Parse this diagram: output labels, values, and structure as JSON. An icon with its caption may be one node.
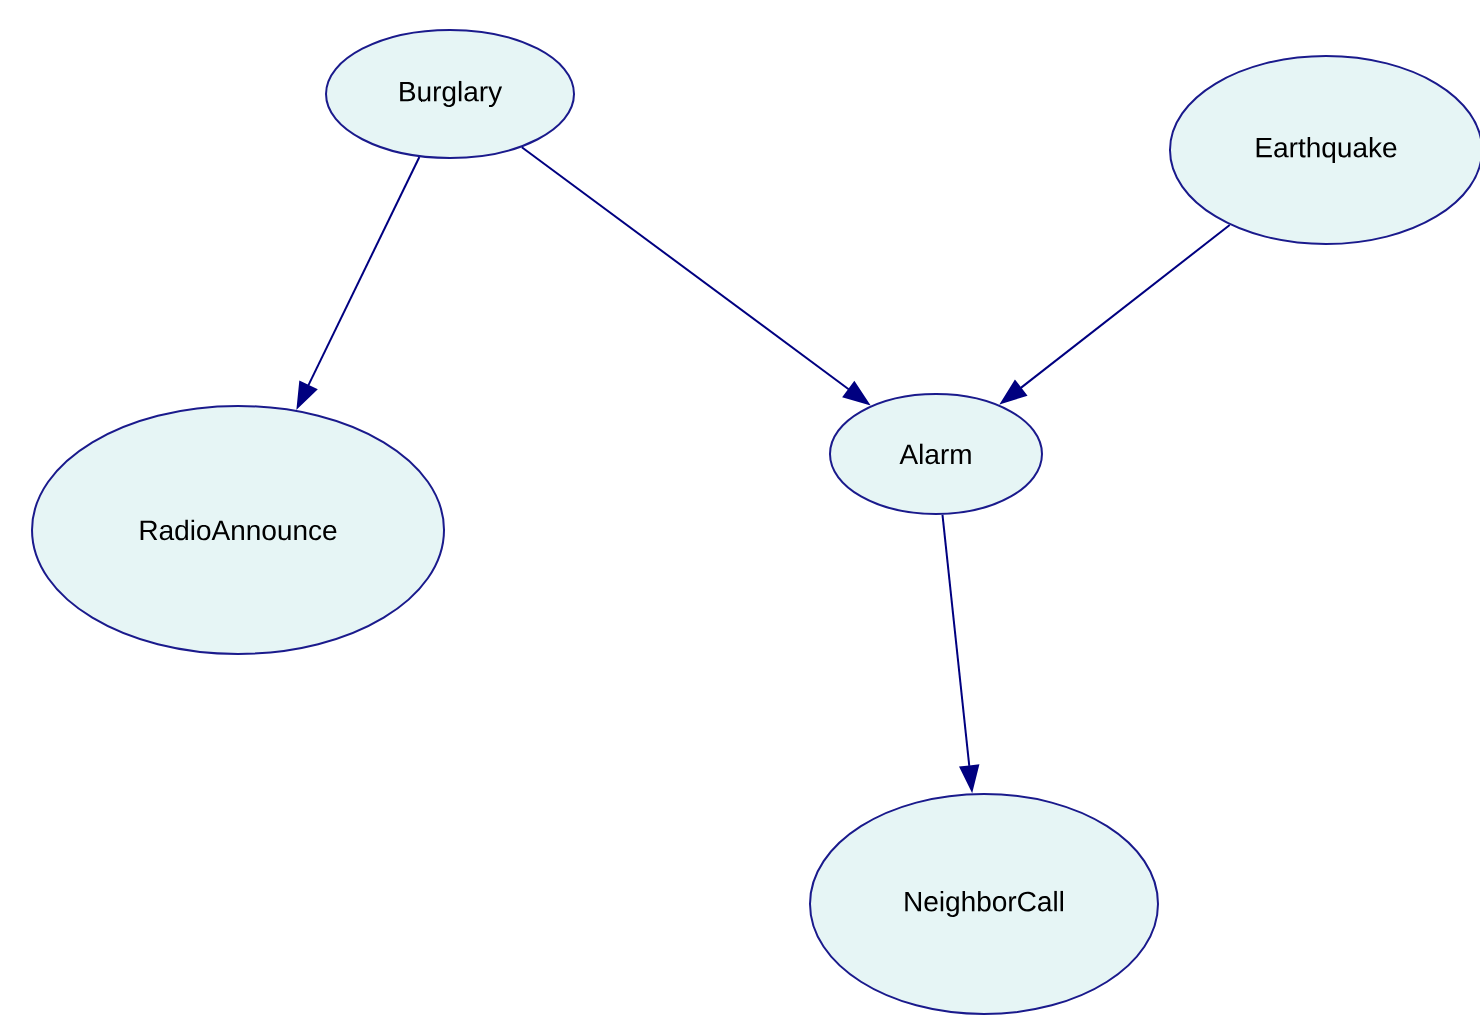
{
  "diagram": {
    "nodes": [
      {
        "text": [
          "Burglary"
        ]
      },
      {
        "text": [
          "Earthquake"
        ]
      },
      {
        "text": [
          "Alarm"
        ]
      },
      {
        "text": [
          "RadioAnnounce"
        ]
      },
      {
        "text": [
          "NeighborCall"
        ]
      }
    ],
    "edges": [
      {
        "from": 0,
        "to": 3,
        "arrow": "to"
      },
      {
        "from": 0,
        "to": 2,
        "arrow": "to"
      },
      {
        "from": 1,
        "to": 2,
        "arrow": "to"
      },
      {
        "from": 2,
        "to": 4,
        "arrow": "to"
      }
    ]
  }
}
